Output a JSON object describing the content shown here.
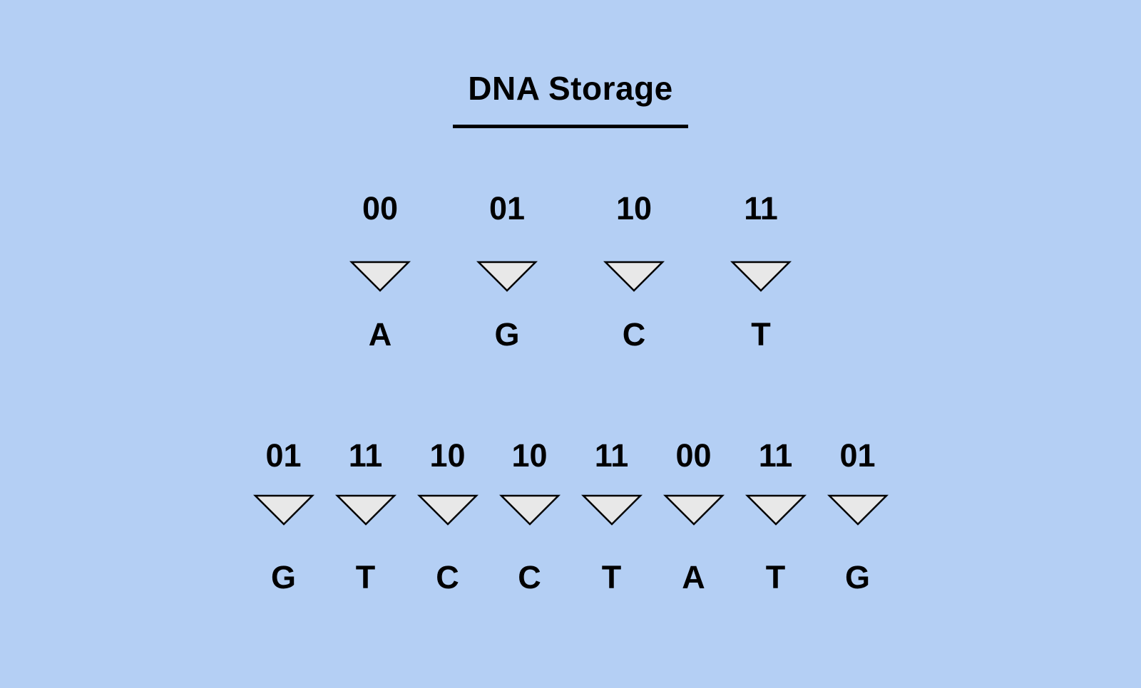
{
  "title": "DNA Storage",
  "colors": {
    "background": "#b4cff4",
    "text": "#000000",
    "triangle_fill": "#e8e8e8",
    "triangle_stroke": "#000000"
  },
  "encoding_table": {
    "items": [
      {
        "bits": "00",
        "base": "A"
      },
      {
        "bits": "01",
        "base": "G"
      },
      {
        "bits": "10",
        "base": "C"
      },
      {
        "bits": "11",
        "base": "T"
      }
    ]
  },
  "sequence": {
    "items": [
      {
        "bits": "01",
        "base": "G"
      },
      {
        "bits": "11",
        "base": "T"
      },
      {
        "bits": "10",
        "base": "C"
      },
      {
        "bits": "10",
        "base": "C"
      },
      {
        "bits": "11",
        "base": "T"
      },
      {
        "bits": "00",
        "base": "A"
      },
      {
        "bits": "11",
        "base": "T"
      },
      {
        "bits": "01",
        "base": "G"
      }
    ]
  }
}
